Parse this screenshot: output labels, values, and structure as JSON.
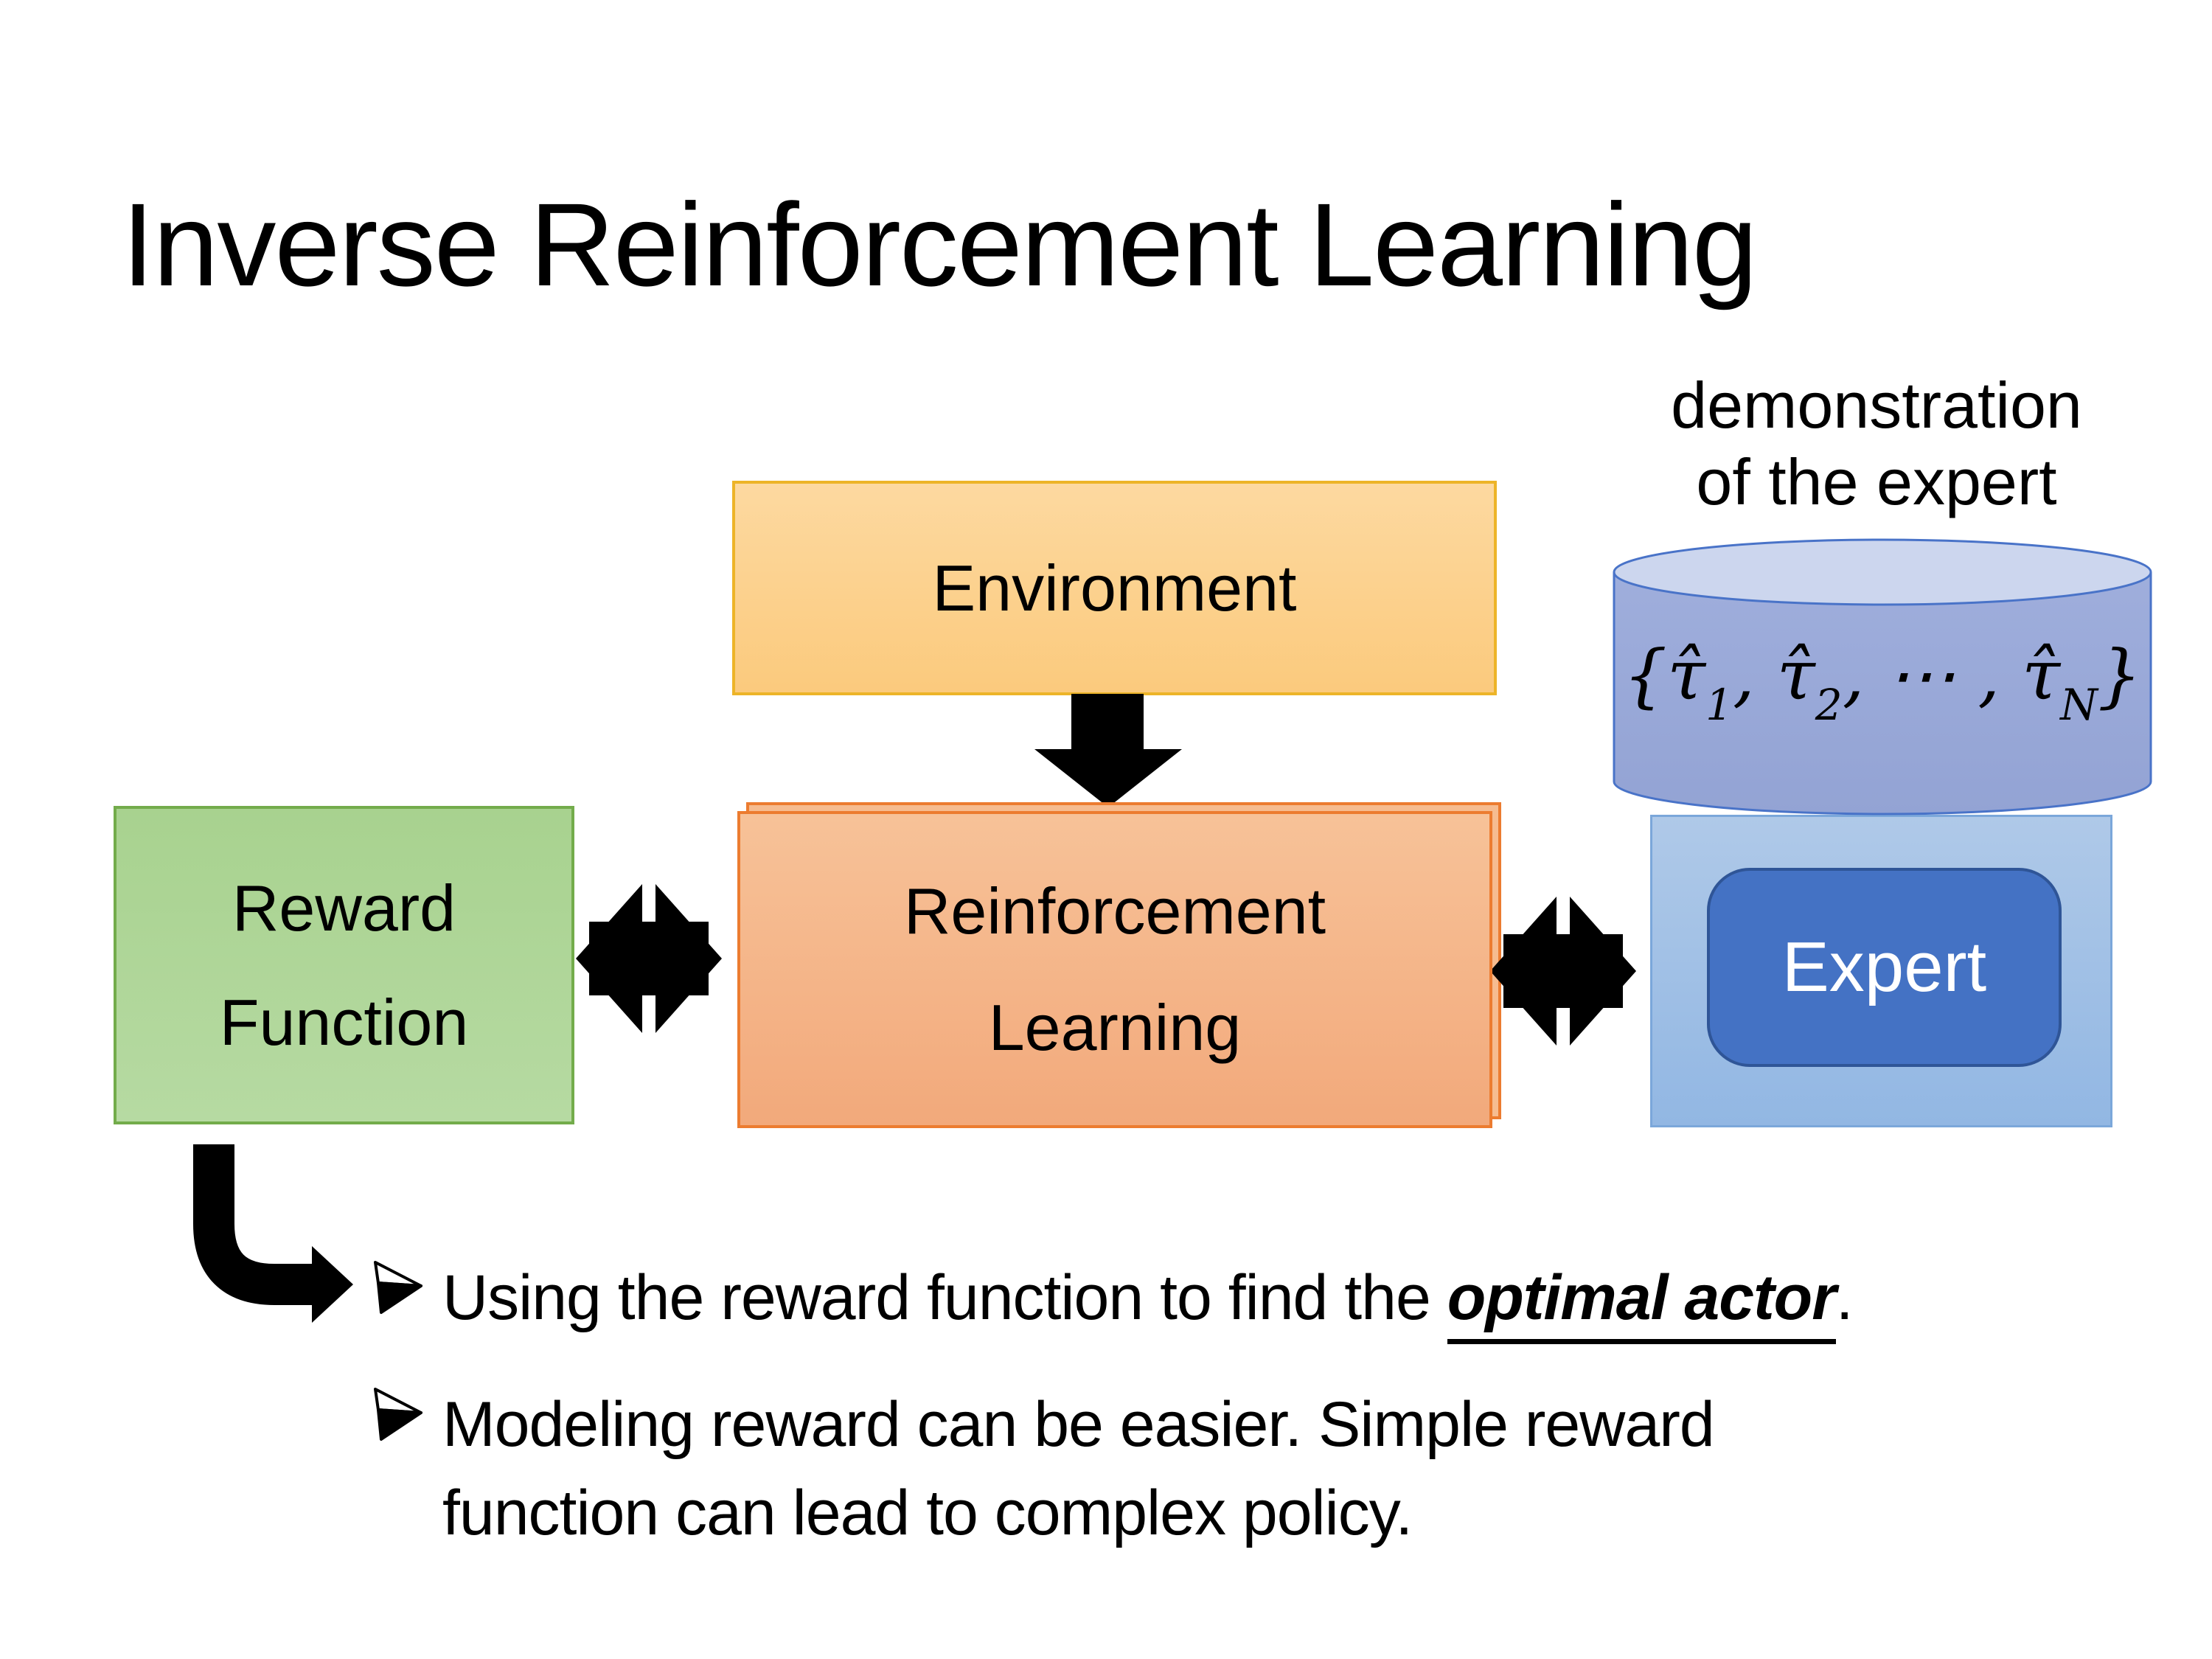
{
  "slide": {
    "title": "Inverse Reinforcement Learning",
    "annotation": {
      "line1": "demonstration",
      "line2": "of the expert"
    }
  },
  "nodes": {
    "environment": {
      "label": "Environment"
    },
    "reward_function": {
      "label_line1": "Reward",
      "label_line2": "Function"
    },
    "reinforcement_learning": {
      "label_line1": "Reinforcement",
      "label_line2": "Learning"
    },
    "expert": {
      "label": "Expert"
    }
  },
  "demonstration_set": {
    "formula": {
      "p1": "{τ̂",
      "s1": "1",
      "p2": ", τ̂",
      "s2": "2",
      "p3": ", ⋯ , τ̂",
      "s3": "N",
      "p4": "}"
    }
  },
  "bullets": {
    "b1_prefix": "Using the reward function to find the ",
    "b1_highlight": "optimal actor",
    "b1_suffix": ".",
    "b2_line1": "Modeling reward can be easier. Simple reward",
    "b2_line2": "function can lead to complex policy."
  },
  "icons": {
    "down_arrow": "down-arrow",
    "exchange_arrows_left": "bidirectional-exchange-arrows",
    "exchange_arrows_right": "bidirectional-exchange-arrows",
    "bent_arrow": "bent-elbow-arrow",
    "bullet_marker": "3d-arrowhead-bullet",
    "database_cylinder": "database-cylinder"
  },
  "colors": {
    "background": "#FFFFFF",
    "text": "#000000",
    "environment_fill_top": "#FDD9A0",
    "environment_fill_bottom": "#FBCA7D",
    "environment_border": "#EDB428",
    "reward_fill_top": "#A8D28F",
    "reward_fill_bottom": "#B6DAA2",
    "reward_border": "#73AC4B",
    "rl_fill_top": "#F7C298",
    "rl_fill_bottom": "#F2A97B",
    "rl_border": "#EC7C30",
    "cylinder_body": "#99A9D9",
    "cylinder_top": "#CCD6EE",
    "cylinder_border": "#4973C8",
    "expert_container_fill_top": "#AFC9E8",
    "expert_container_fill_bottom": "#92B7E3",
    "expert_container_border": "#7BA7DA",
    "expert_fill": "#4472C4",
    "expert_border": "#2F5597",
    "arrow": "#000000"
  }
}
